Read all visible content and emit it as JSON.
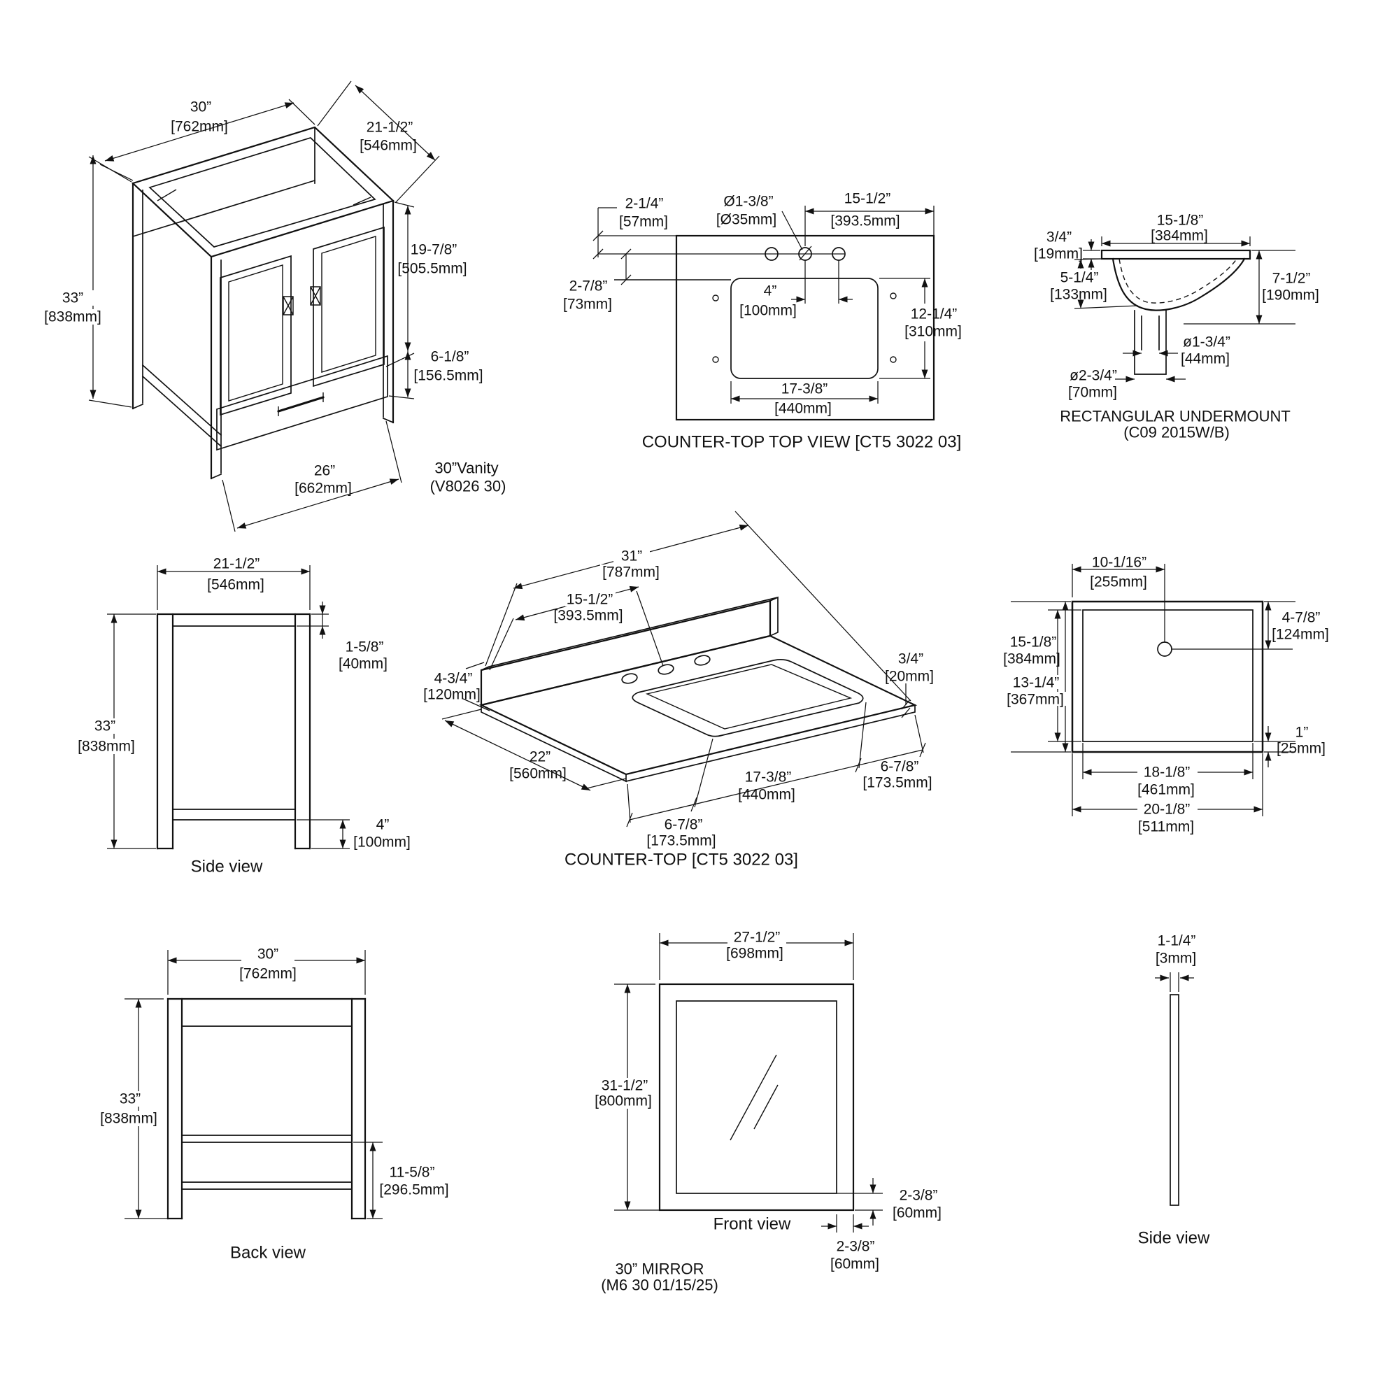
{
  "sheet": {
    "background": "#ffffff",
    "line_color": "#111111"
  },
  "vanity_iso": {
    "width_in": "30”",
    "width_mm": "[762mm]",
    "depth_in": "21-1/2”",
    "depth_mm": "[546mm]",
    "height_in": "33”",
    "height_mm": "[838mm]",
    "upper_in": "19-7/8”",
    "upper_mm": "[505.5mm]",
    "drawer_in": "6-1/8”",
    "drawer_mm": "[156.5mm]",
    "inner_in": "26”",
    "inner_mm": "[662mm]",
    "caption1": "30”Vanity",
    "caption2": "(V8026 30)"
  },
  "ct_top": {
    "offset_in": "2-1/4”",
    "offset_mm": "[57mm]",
    "hole_in": "Ø1-3/8”",
    "hole_mm": "[Ø35mm]",
    "span_in": "15-1/2”",
    "span_mm": "[393.5mm]",
    "splash_in": "2-7/8”",
    "splash_mm": "[73mm]",
    "spacing_in": "4”",
    "spacing_mm": "[100mm]",
    "depth_in": "12-1/4”",
    "depth_mm": "[310mm]",
    "cutout_in": "17-3/8”",
    "cutout_mm": "[440mm]",
    "caption": "COUNTER-TOP TOP VIEW [CT5 3022 03]"
  },
  "undermount": {
    "rim_in": "3/4”",
    "rim_mm": "[19mm]",
    "width_in": "15-1/8”",
    "width_mm": "[384mm]",
    "depth_in": "5-1/4”",
    "depth_mm": "[133mm]",
    "height_in": "7-1/2”",
    "height_mm": "[190mm]",
    "drain1_in": "ø1-3/4”",
    "drain1_mm": "[44mm]",
    "drain2_in": "ø2-3/4”",
    "drain2_mm": "[70mm]",
    "caption1": "RECTANGULAR UNDERMOUNT",
    "caption2": "(C09 2015W/B)"
  },
  "side_view": {
    "depth_in": "21-1/2”",
    "depth_mm": "[546mm]",
    "rail_in": "1-5/8”",
    "rail_mm": "[40mm]",
    "height_in": "33”",
    "height_mm": "[838mm]",
    "base_in": "4”",
    "base_mm": "[100mm]",
    "caption": "Side view"
  },
  "ct_persp": {
    "width_in": "31”",
    "width_mm": "[787mm]",
    "span_in": "15-1/2”",
    "span_mm": "[393.5mm]",
    "splash_in": "4-3/4”",
    "splash_mm": "[120mm]",
    "depth_in": "22”",
    "depth_mm": "[560mm]",
    "cutout_in": "17-3/8”",
    "cutout_mm": "[440mm]",
    "left_in": "6-7/8”",
    "left_mm": "[173.5mm]",
    "right_in": "6-7/8”",
    "right_mm": "[173.5mm]",
    "thick_in": "3/4”",
    "thick_mm": "[20mm]",
    "caption": "COUNTER-TOP [CT5 3022 03]"
  },
  "sink_top": {
    "drainx_in": "10-1/16”",
    "drainx_mm": "[255mm]",
    "outerd_in": "15-1/8”",
    "outerd_mm": "[384mm]",
    "innerd_in": "13-1/4”",
    "innerd_mm": "[367mm]",
    "drainy_in": "4-7/8”",
    "drainy_mm": "[124mm]",
    "wall_in": "1”",
    "wall_mm": "[25mm]",
    "innerw_in": "18-1/8”",
    "innerw_mm": "[461mm]",
    "outerw_in": "20-1/8”",
    "outerw_mm": "[511mm]"
  },
  "back_view": {
    "width_in": "30”",
    "width_mm": "[762mm]",
    "height_in": "33”",
    "height_mm": "[838mm]",
    "shelf_in": "11-5/8”",
    "shelf_mm": "[296.5mm]",
    "caption": "Back view"
  },
  "mirror_front": {
    "width_in": "27-1/2”",
    "width_mm": "[698mm]",
    "height_in": "31-1/2”",
    "height_mm": "[800mm]",
    "frame_v_in": "2-3/8”",
    "frame_v_mm": "[60mm]",
    "frame_h_in": "2-3/8”",
    "frame_h_mm": "[60mm]",
    "caption": "Front view",
    "title1": "30” MIRROR",
    "title2": "(M6 30 01/15/25)"
  },
  "mirror_side": {
    "thick_in": "1-1/4”",
    "thick_mm": "[3mm]",
    "caption": "Side view"
  }
}
